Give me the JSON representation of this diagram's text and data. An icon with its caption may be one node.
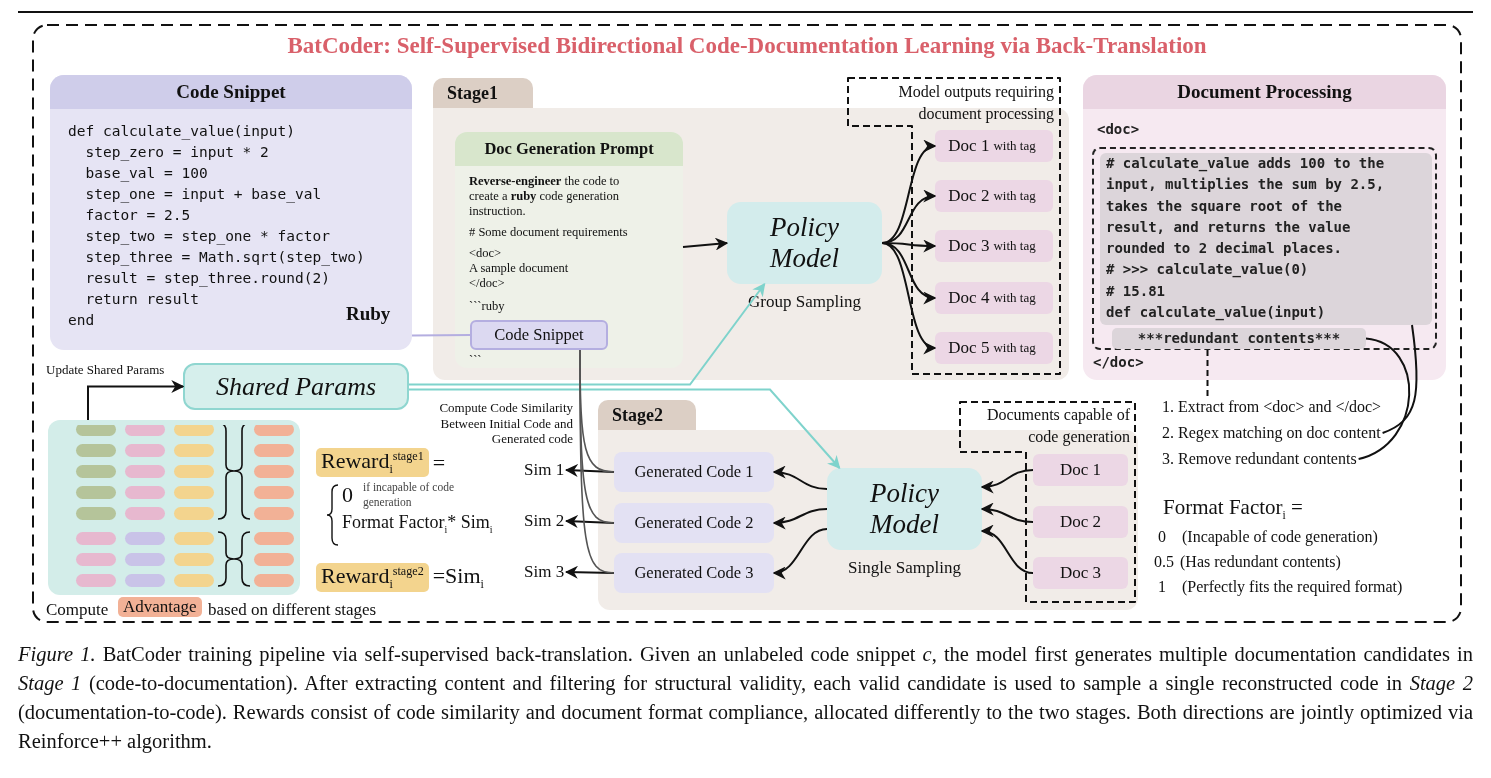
{
  "diagram": {
    "title": "BatCoder: Self-Supervised Bidirectional Code-Documentation Learning via Back-Translation",
    "caption": "*Figure 1.* BatCoder training pipeline via self-supervised back-translation. Given an unlabeled code snippet *c*, the model first generates multiple documentation candidates in *Stage 1* (code-to-documentation). After extracting content and filtering for structural validity, each valid candidate is used to sample a single reconstructed code in *Stage 2* (documentation-to-code). Rewards consist of code similarity and document format compliance, allocated differently to the two stages. Both directions are jointly optimized via Reinforce++ algorithm.",
    "nodes": [
      {
        "text": [
          "Code Snippet",
          "def calculate_value(input)",
          "  step_zero = input * 2",
          "  base_val = 100",
          "  step_one = input + base_val",
          "  factor = 2.5",
          "  step_two = step_one * factor",
          "  step_three = Math.sqrt(step_two)",
          "  result = step_three.round(2)",
          "  return result",
          "end",
          "Ruby"
        ]
      },
      {
        "text": [
          "Stage1"
        ]
      },
      {
        "text": [
          "Doc Generation Prompt",
          "**Reverse-engineer** the code to create a **ruby** code generation instruction.",
          "# Some document requirements",
          "<doc>",
          "A sample document",
          "</doc>",
          "```ruby",
          "```"
        ],
        "in": 1
      },
      {
        "text": [
          "Code Snippet"
        ],
        "in": 2
      },
      {
        "text": [
          "Policy Model"
        ],
        "beside": [
          "Group Sampling"
        ],
        "in": 1
      },
      {
        "text": [
          "Model outputs requiring document processing"
        ]
      },
      {
        "text": [
          "Doc 1",
          "with tag"
        ],
        "in": 5
      },
      {
        "text": [
          "Doc 2",
          "with tag"
        ],
        "in": 5
      },
      {
        "text": [
          "Doc 3",
          "with tag"
        ],
        "in": 5
      },
      {
        "text": [
          "Doc 4",
          "with tag"
        ],
        "in": 5
      },
      {
        "text": [
          "Doc 5",
          "with tag"
        ],
        "in": 5
      },
      {
        "text": [
          "Document Processing",
          "<doc>",
          "</doc>"
        ]
      },
      {
        "text": [],
        "shape": "box",
        "in": 11
      },
      {
        "text": [
          "# calculate_value adds 100 to the input, multiplies the sum by 2.5, takes the square root of the result, and returns the value rounded to 2 decimal places.",
          "# >>> calculate_value(0)",
          "# 15.81",
          "def calculate_value(input)"
        ],
        "in": 12
      },
      {
        "text": [
          "***redundant contents***"
        ],
        "in": 12
      },
      {
        "text": [
          "1. Extract from <doc> and </doc>"
        ]
      },
      {
        "text": [
          "2. Regex matching on doc content"
        ]
      },
      {
        "text": [
          "3. Remove redundant contents"
        ]
      },
      {
        "text": [
          "Shared Params"
        ]
      },
      {
        "text": [],
        "shape": "box",
        "beside": [
          "Compute",
          "Advantage",
          "based on different stages"
        ]
      },
      {
        "text": [
          "Stage2"
        ]
      },
      {
        "text": [
          "Generated Code 1"
        ],
        "in": 20
      },
      {
        "text": [
          "Generated Code 2"
        ],
        "in": 20
      },
      {
        "text": [
          "Generated Code 3"
        ],
        "in": 20
      },
      {
        "text": [
          "Policy Model"
        ],
        "beside": [
          "Single Sampling"
        ],
        "in": 20
      },
      {
        "text": [
          "Documents capable of code generation"
        ]
      },
      {
        "text": [
          "Doc 1"
        ],
        "in": 25
      },
      {
        "text": [
          "Doc 2"
        ],
        "in": 25
      },
      {
        "text": [
          "Doc 3"
        ],
        "in": 25
      },
      {
        "text": [
          "Sim 1"
        ]
      },
      {
        "text": [
          "Sim 2"
        ]
      },
      {
        "text": [
          "Sim 3"
        ]
      }
    ],
    "edges": [
      {
        "from": 0,
        "to": 3,
        "arrow": "none",
        "color": "#b4aee0"
      },
      {
        "from": 2,
        "to": 4,
        "arrow": "to"
      },
      {
        "from": 4,
        "to": 6,
        "arrow": "to"
      },
      {
        "from": 4,
        "to": 7,
        "arrow": "to"
      },
      {
        "from": 4,
        "to": 8,
        "arrow": "to"
      },
      {
        "from": 4,
        "to": 9,
        "arrow": "to"
      },
      {
        "from": 4,
        "to": 10,
        "arrow": "to"
      },
      {
        "from": 19,
        "to": 18,
        "arrow": "to",
        "label": "Update Shared Params"
      },
      {
        "from": 18,
        "to": 4,
        "arrow": "to",
        "color": "#7fd3cc"
      },
      {
        "from": 18,
        "to": 24,
        "arrow": "to",
        "color": "#7fd3cc"
      },
      {
        "from": 26,
        "to": 24,
        "arrow": "to"
      },
      {
        "from": 27,
        "to": 24,
        "arrow": "to"
      },
      {
        "from": 28,
        "to": 24,
        "arrow": "to"
      },
      {
        "from": 24,
        "to": 21,
        "arrow": "to"
      },
      {
        "from": 24,
        "to": 22,
        "arrow": "to"
      },
      {
        "from": 24,
        "to": 23,
        "arrow": "to"
      },
      {
        "from": 21,
        "to": 29,
        "arrow": "to"
      },
      {
        "from": 22,
        "to": 30,
        "arrow": "to"
      },
      {
        "from": 23,
        "to": 31,
        "arrow": "to"
      },
      {
        "from": 3,
        "to": 21,
        "arrow": "none",
        "color": "#555555"
      },
      {
        "from": 3,
        "to": 22,
        "arrow": "none",
        "color": "#555555"
      },
      {
        "from": 3,
        "to": 23,
        "arrow": "none",
        "color": "#555555"
      },
      {
        "from": 12,
        "to": 15,
        "arrow": "none",
        "style": "dashed"
      },
      {
        "from": 13,
        "to": 16,
        "arrow": "none"
      },
      {
        "from": 14,
        "to": 17,
        "arrow": "none"
      }
    ],
    "labels": [
      "Compute Code Similarity Between Initial Code and Generated code",
      "Reward$_{i}$$^{stage1}$",
      "=",
      "0",
      "if incapable of code generation",
      "Format Factor$_{i}$* Sim$_{i}$",
      "Reward$_{i}$$^{stage2}$",
      "=Sim$_{i}$",
      "Format Factor$_{i}$ =",
      "0",
      "(Incapable of code generation)",
      "0.5",
      "(Has redundant contents)",
      "1",
      "(Perfectly fits the required format)"
    ]
  }
}
